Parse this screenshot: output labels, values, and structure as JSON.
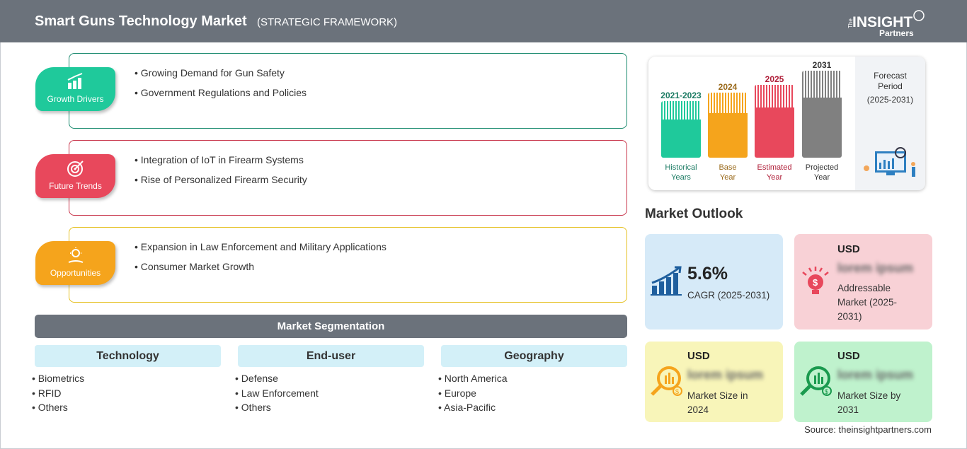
{
  "header": {
    "title": "Smart Guns Technology Market",
    "subtitle": "(STRATEGIC FRAMEWORK)",
    "logo": "The INSIGHT Partners"
  },
  "framework": [
    {
      "label": "Growth Drivers",
      "color": "#1fc99b",
      "icon": "growth-chart-icon",
      "items": [
        "Growing Demand for Gun Safety",
        "Government Regulations and Policies"
      ]
    },
    {
      "label": "Future Trends",
      "color": "#e8485c",
      "icon": "target-icon",
      "items": [
        "Integration of IoT in Firearm Systems",
        "Rise of Personalized Firearm Security"
      ]
    },
    {
      "label": "Opportunities",
      "color": "#f5a41c",
      "icon": "lightbulb-hand-icon",
      "items": [
        "Expansion in Law Enforcement and Military Applications",
        "Consumer Market Growth"
      ]
    }
  ],
  "segmentation": {
    "title": "Market Segmentation",
    "groups": [
      {
        "title": "Technology",
        "items": [
          "Biometrics",
          "RFID",
          "Others"
        ]
      },
      {
        "title": "End-user",
        "items": [
          "Defense",
          "Law Enforcement",
          "Others"
        ]
      },
      {
        "title": "Geography",
        "items": [
          "North America",
          "Europe",
          "Asia-Pacific"
        ]
      }
    ]
  },
  "timeline": {
    "periods": [
      {
        "year": "2021-2023",
        "label1": "Historical",
        "label2": "Years",
        "color": "#1fc99b",
        "text_color": "#1a7a62"
      },
      {
        "year": "2024",
        "label1": "Base",
        "label2": "Year",
        "color": "#f5a41c",
        "text_color": "#9a6a1c"
      },
      {
        "year": "2025",
        "label1": "Estimated",
        "label2": "Year",
        "color": "#e8485c",
        "text_color": "#b0203a"
      },
      {
        "year": "2031",
        "label1": "Projected",
        "label2": "Year",
        "color": "#808080",
        "text_color": "#333333"
      }
    ],
    "forecast": {
      "line1": "Forecast",
      "line2": "Period",
      "line3": "(2025-2031)"
    }
  },
  "outlook": {
    "title": "Market Outlook",
    "cagr": {
      "value": "5.6%",
      "label": "CAGR (2025-2031)"
    },
    "addressable": {
      "currency": "USD",
      "value": "lorem ipsum",
      "label": "Addressable Market (2025-2031)"
    },
    "size2024": {
      "currency": "USD",
      "value": "lorem ipsum",
      "label": "Market Size in 2024"
    },
    "size2031": {
      "currency": "USD",
      "value": "lorem ipsum",
      "label": "Market Size by 2031"
    },
    "source": "Source: theinsightpartners.com"
  }
}
